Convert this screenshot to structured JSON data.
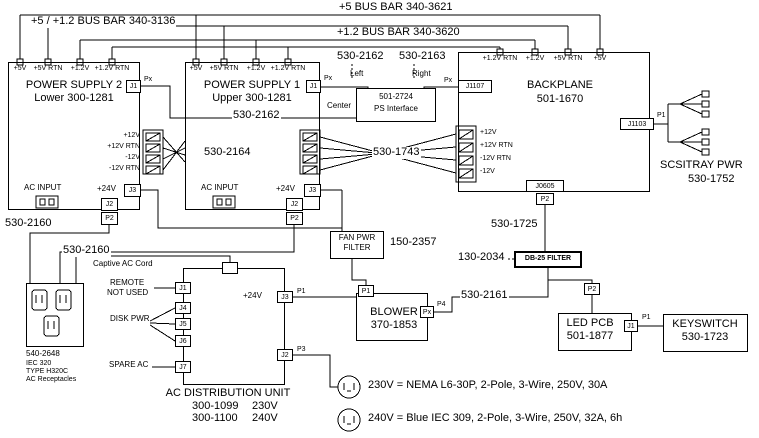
{
  "bus_bars": {
    "plus5": "+5 BUS BAR 340-3621",
    "combo": "+5 / +1.2 BUS BAR 340-3136",
    "plus12": "+1.2 BUS BAR 340-3620"
  },
  "ps2": {
    "title": "POWER SUPPLY 2",
    "subtitle": "Lower 300-1281",
    "top_pins": [
      "+5V",
      "+5V RTN",
      "+1.2V",
      "+1.2V RTN"
    ],
    "dc_pins": [
      "+12V",
      "+12V RTN",
      "-12V",
      "-12V RTN"
    ],
    "ac_input": "AC INPUT",
    "plus24": "+24V",
    "j1": "J1",
    "px": "Px",
    "j3": "J3",
    "j2": "J2",
    "p2": "P2"
  },
  "ps1": {
    "title": "POWER SUPPLY 1",
    "subtitle": "Upper 300-1281",
    "top_pins": [
      "+5V",
      "+5V RTN",
      "+1.2V",
      "+1.2V RTN"
    ],
    "ac_input": "AC INPUT",
    "plus24": "+24V",
    "j1": "J1",
    "px": "Px",
    "j3": "J3",
    "j2": "J2",
    "p2": "P2"
  },
  "interface": {
    "part": "501-2724",
    "name": "PS Interface",
    "left": "Left",
    "right": "Right",
    "center": "Center"
  },
  "backplane": {
    "title": "BACKPLANE",
    "part": "501-1670",
    "top_pins": [
      "+1.2V RTN",
      "+1.2V",
      "+5V RTN",
      "+5V"
    ],
    "dc_pins": [
      "+12V",
      "+12V RTN",
      "-12V RTN",
      "-12V"
    ],
    "px": "Px",
    "j1107": "J1107",
    "j0605": "J0605",
    "p2": "P2",
    "j1103": "J1103",
    "p1": "P1"
  },
  "scsi": {
    "title": "SCSITRAY PWR",
    "part": "530-1752"
  },
  "cables": {
    "c2162_top": "530-2162",
    "c2163": "530-2163",
    "c2162_mid": "530-2162",
    "c2164": "530-2164",
    "c1743": "530-1743",
    "c2160_a": "530-2160",
    "c2160_b": "530-2160",
    "captive": "Captive AC Cord",
    "c2357": "150-2357",
    "c1725": "530-1725",
    "c2034": "130-2034",
    "c2161": "530-2161"
  },
  "receptacles": {
    "part": "540-2648",
    "std": "IEC 320",
    "type": "TYPE H320C",
    "name": "AC Receptacles"
  },
  "adu": {
    "title": "AC DISTRIBUTION UNIT",
    "num230": "300-1099",
    "v230": "230V",
    "num240": "300-1100",
    "v240": "240V",
    "remote_1": "REMOTE",
    "remote_2": "NOT USED",
    "disk_pwr": "DISK PWR",
    "spare_ac": "SPARE AC",
    "j1": "J1",
    "j4": "J4",
    "j5": "J5",
    "j6": "J6",
    "j7": "J7",
    "plus24": "+24V",
    "j3": "J3",
    "p1": "P1",
    "j2": "J2",
    "p3": "P3"
  },
  "fan_filter": {
    "line1": "FAN PWR",
    "line2": "FILTER"
  },
  "blower": {
    "title": "BLOWER",
    "part": "370-1853",
    "p1": "P1",
    "px": "Px",
    "p4": "P4"
  },
  "db25": {
    "label": "DB-25 FILTER",
    "p2": "P2"
  },
  "led_pcb": {
    "title": "LED PCB",
    "part": "501-1877",
    "j1": "J1",
    "p1": "P1"
  },
  "keyswitch": {
    "title": "KEYSWITCH",
    "part": "530-1723"
  },
  "notes": {
    "n230": "230V = NEMA L6-30P, 2-Pole, 3-Wire, 250V, 30A",
    "n240": "240V = Blue IEC 309, 2-Pole, 3-Wire, 250V, 32A, 6h"
  }
}
